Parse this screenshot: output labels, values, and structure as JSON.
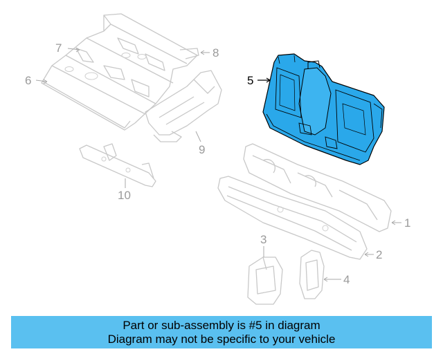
{
  "callouts": {
    "part1": "1",
    "part2": "2",
    "part3": "3",
    "part4": "4",
    "part5": "5",
    "part6": "6",
    "part7": "7",
    "part8": "8",
    "part9": "9",
    "part10": "10"
  },
  "highlight_color": "#2aa8ea",
  "banner": {
    "line1": "Part or sub-assembly is #5 in diagram",
    "line2": "Diagram may not be specific to your vehicle",
    "background": "#5ac0f0"
  }
}
